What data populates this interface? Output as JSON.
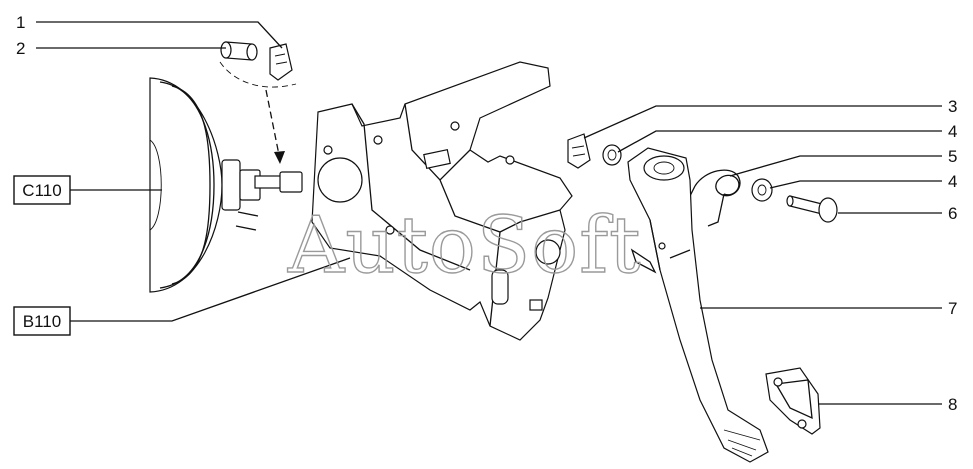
{
  "watermark": "AutoSoft",
  "callouts": {
    "n1": "1",
    "n2": "2",
    "n3": "3",
    "n4a": "4",
    "n5": "5",
    "n4b": "4",
    "n6": "6",
    "n7": "7",
    "n8": "8"
  },
  "boxes": {
    "c110": "C110",
    "b110": "B110"
  },
  "colors": {
    "line": "#111111",
    "watermark": "#9a9a9a",
    "background": "#ffffff"
  }
}
